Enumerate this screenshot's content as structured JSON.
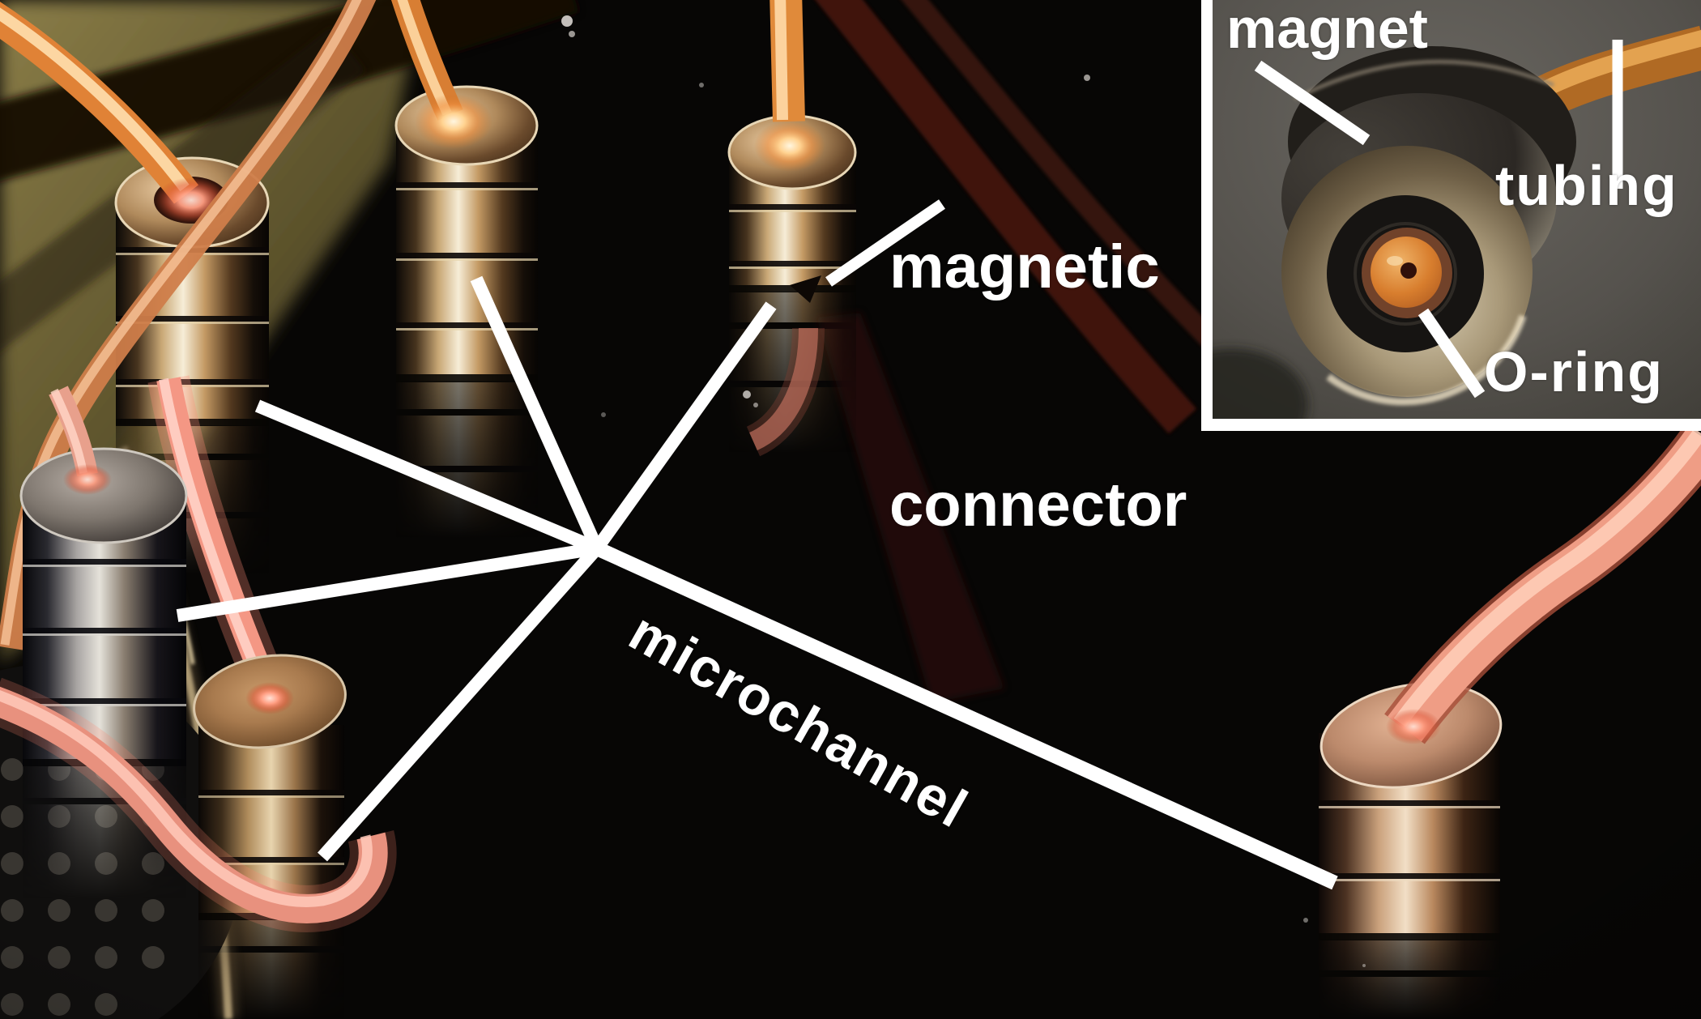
{
  "annotations": {
    "magnetic_connector": {
      "line1": "magnetic",
      "line2": "connector"
    },
    "microchannel": "microchannel"
  },
  "inset": {
    "magnet": "magnet",
    "tubing": "tubing",
    "o_ring": "O-ring"
  },
  "colors": {
    "annotation": "#ffffff",
    "background": "#070605",
    "inset_background": "#56534e",
    "tube_orange": "#d97f35",
    "tube_pink": "#ef9a86",
    "metal_highlight": "#f3e8d2",
    "olive_backdrop": "#7a6f40"
  }
}
